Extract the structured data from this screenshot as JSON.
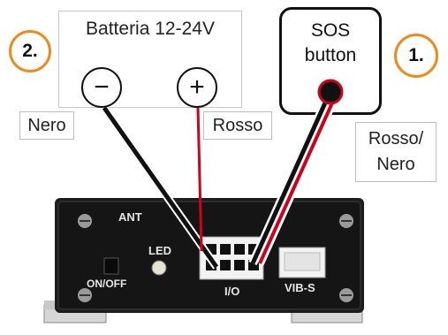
{
  "battery": {
    "title": "Batteria 12-24V",
    "minus_symbol": "−",
    "plus_symbol": "+"
  },
  "sos": {
    "label_line1": "SOS",
    "label_line2": "button"
  },
  "steps": {
    "battery_step": "2.",
    "sos_step": "1."
  },
  "wire_labels": {
    "black": "Nero",
    "red": "Rosso",
    "red_black_line1": "Rosso/",
    "red_black_line2": "Nero"
  },
  "device": {
    "ant": "ANT",
    "led": "LED",
    "switch": "ON/OFF",
    "io": "I/O",
    "vib": "VIB-S"
  },
  "colors": {
    "accent_orange": "#f08a1c",
    "wire_black": "#111111",
    "wire_red": "#d0021b",
    "device_body": "#1c1c1c"
  }
}
